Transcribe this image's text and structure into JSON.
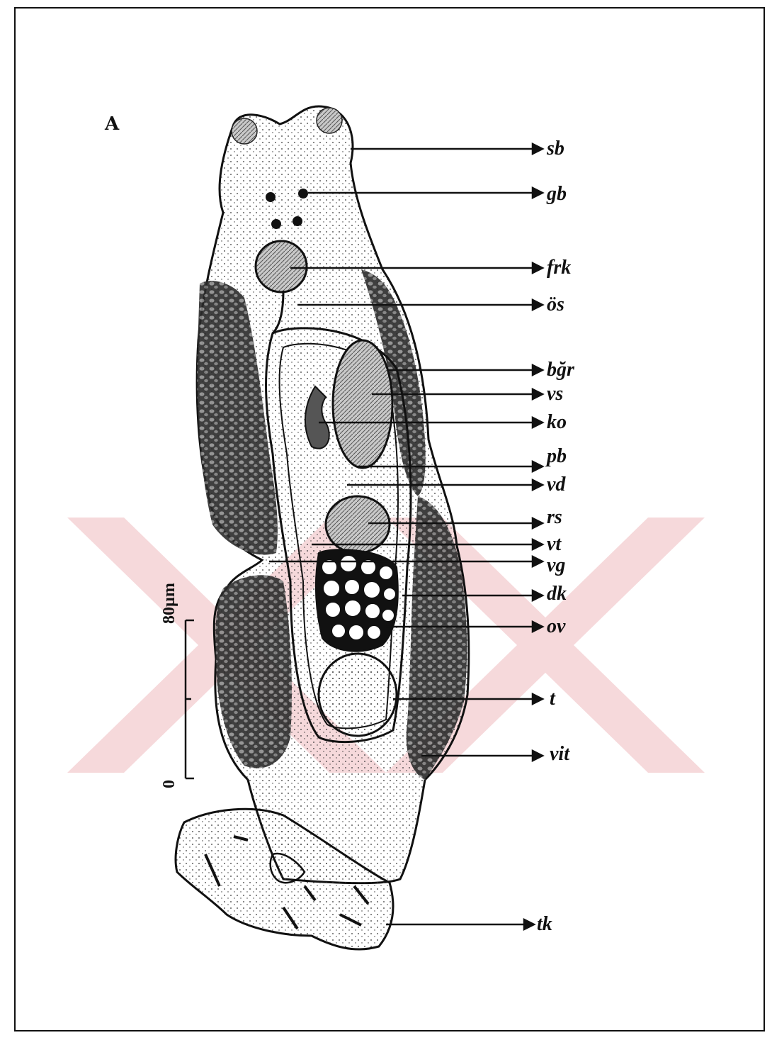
{
  "panel": "A",
  "labels": {
    "sb": "sb",
    "gb": "gb",
    "frk": "frk",
    "os": "ös",
    "bgr": "bğr",
    "vs": "vs",
    "ko": "ko",
    "pb": "pb",
    "vd": "vd",
    "rs": "rs",
    "vt": "vt",
    "vg": "vg",
    "dk": "dk",
    "ov": "ov",
    "t": "t",
    "vit": "vit",
    "tk": "tk"
  },
  "scale": {
    "top_label": "80µm",
    "bottom_label": "0"
  },
  "colors": {
    "ink": "#111111",
    "watermark": "#f3c9cc",
    "stipple": "#444444"
  }
}
